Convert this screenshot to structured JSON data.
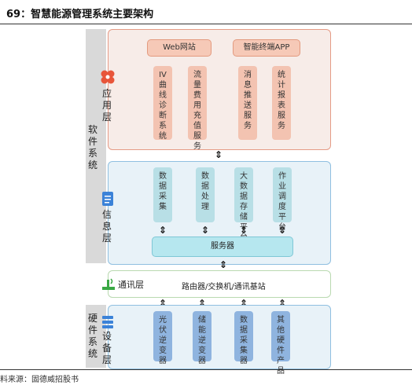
{
  "title": "69：智慧能源管理系统主要架构",
  "side": {
    "software": "软件系统",
    "hardware": "硬件系统"
  },
  "layers": {
    "app": {
      "label": "应用层",
      "top_items": [
        "Web网站",
        "智能终端APP"
      ],
      "modules": [
        "IV曲线诊断系统",
        "流量费用充值服务",
        "消息推送服务",
        "统计报表服务"
      ]
    },
    "info": {
      "label": "信息层",
      "modules": [
        "数据采集",
        "数据处理",
        "大数据存储平台",
        "作业调度平台"
      ],
      "server": "服务器"
    },
    "comm": {
      "label": "通讯层",
      "content": "路由器/交换机/通讯基站"
    },
    "device": {
      "label": "设备层",
      "modules": [
        "光伏逆变器",
        "储能逆变器",
        "数据采集器",
        "其他硬件产品"
      ]
    }
  },
  "icons": [
    "flower-icon",
    "document-icon",
    "signal-tower-icon",
    "server-stack-icon",
    "double-arrow-icon"
  ],
  "colors": {
    "app_fill": "#f7ece8",
    "app_border": "#e59b86",
    "info_fill": "#e8f2f8",
    "info_border": "#8fbfe0",
    "device_box": "#8fb4df",
    "icon_red": "#e8553a",
    "icon_blue": "#3b82d8",
    "icon_green": "#3aa845"
  },
  "source": "料来源：固德威招股书"
}
